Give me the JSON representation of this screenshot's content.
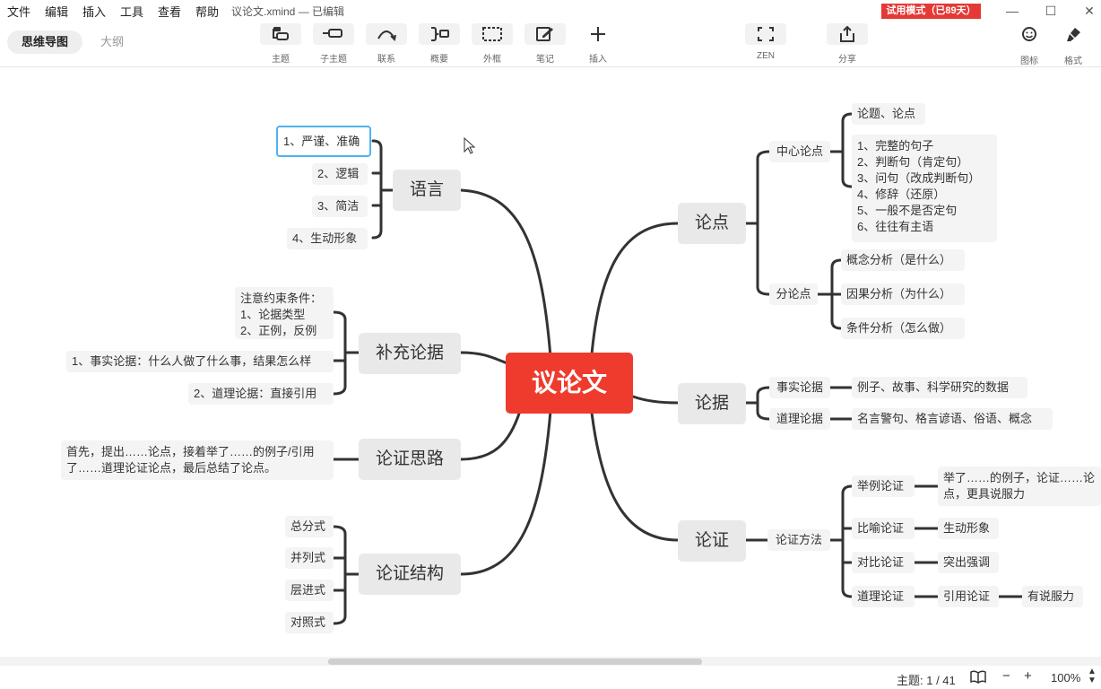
{
  "menu": {
    "items": [
      "文件",
      "编辑",
      "插入",
      "工具",
      "查看",
      "帮助"
    ],
    "doc_title": "议论文.xmind",
    "doc_status": "— 已编辑",
    "trial": "试用模式（已89天）"
  },
  "view_tabs": {
    "mindmap": "思维导图",
    "outline": "大纲"
  },
  "toolbar": {
    "topic": "主题",
    "subtopic": "子主题",
    "relation": "联系",
    "summary": "概要",
    "boundary": "外框",
    "note": "笔记",
    "insert": "插入",
    "zen": "ZEN",
    "share": "分享",
    "icon": "图标",
    "format": "格式"
  },
  "map": {
    "root": "议论文",
    "yuyan": {
      "label": "语言",
      "items": [
        "1、严谨、准确",
        "2、逻辑",
        "3、简洁",
        "4、生动形象"
      ]
    },
    "buchong": {
      "label": "补充论据",
      "note": "注意约束条件：\n1、论据类型\n2、正例，反例",
      "fact": "1、事实论据：什么人做了什么事，结果怎么样",
      "reason": "2、道理论据：直接引用"
    },
    "silu": {
      "label": "论证思路",
      "text": "首先，提出……论点，接着举了……的例子/引用了……道理论证论点，最后总结了论点。"
    },
    "jiegou": {
      "label": "论证结构",
      "items": [
        "总分式",
        "并列式",
        "层进式",
        "对照式"
      ]
    },
    "lundian": {
      "label": "论点",
      "center": "中心论点",
      "topic": "论题、论点",
      "center_list": "1、完整的句子\n2、判断句（肯定句）\n3、问句（改成判断句）\n4、修辞（还原）\n5、一般不是否定句\n6、往往有主语",
      "sub": "分论点",
      "sub_items": [
        "概念分析（是什么）",
        "因果分析（为什么）",
        "条件分析（怎么做）"
      ]
    },
    "lunju": {
      "label": "论据",
      "fact": "事实论据",
      "fact_detail": "例子、故事、科学研究的数据",
      "reason": "道理论据",
      "reason_detail": "名言警句、格言谚语、俗语、概念"
    },
    "lunzheng": {
      "label": "论证",
      "method": "论证方法",
      "methods": [
        {
          "name": "举例论证",
          "effect": "举了……的例子，论证……论点，更具说服力"
        },
        {
          "name": "比喻论证",
          "effect": "生动形象"
        },
        {
          "name": "对比论证",
          "effect": "突出强调"
        },
        {
          "name": "道理论证",
          "effect": "引用论证",
          "extra": "有说服力"
        }
      ]
    }
  },
  "status": {
    "topic_count": "主题: 1 / 41",
    "zoom": "100%"
  }
}
